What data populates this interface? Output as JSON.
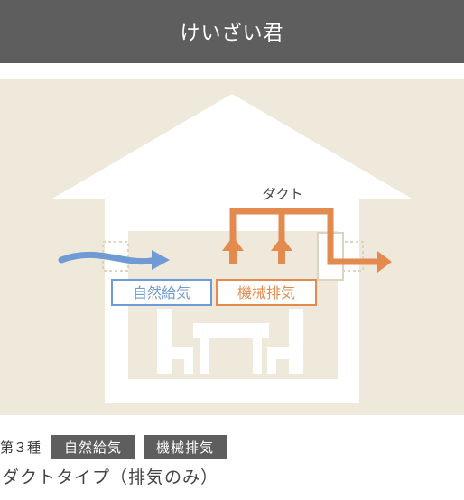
{
  "header": {
    "title": "けいざい君"
  },
  "diagram": {
    "duct_label": "ダクト",
    "supply_label": "自然給気",
    "exhaust_label": "機械排気",
    "colors": {
      "supply": "#6f9ad3",
      "exhaust": "#e38a4e",
      "bg": "#efe9dc",
      "house": "#ffffff"
    }
  },
  "footer": {
    "type_label": "第３種",
    "tags": [
      "自然給気",
      "機械排気"
    ],
    "subtitle": "ダクトタイプ（排気のみ）"
  }
}
